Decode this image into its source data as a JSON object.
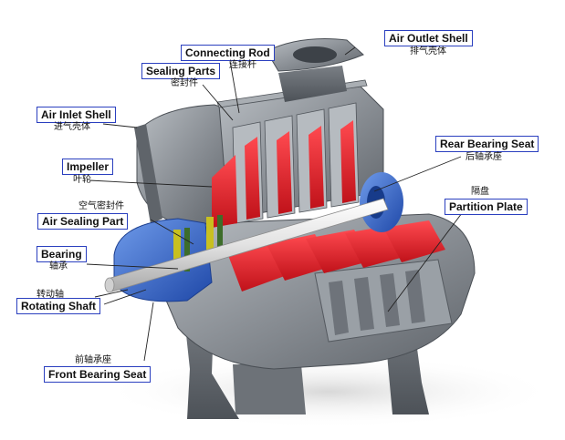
{
  "labels": {
    "connecting_rod": {
      "en": "Connecting Rod",
      "cn": "连接杆"
    },
    "air_outlet_shell": {
      "en": "Air Outlet Shell",
      "cn": "排气壳体"
    },
    "sealing_parts": {
      "en": "Sealing Parts",
      "cn": "密封件"
    },
    "air_inlet_shell": {
      "en": "Air Inlet Shell",
      "cn": "进气壳体"
    },
    "rear_bearing_seat": {
      "en": "Rear Bearing Seat",
      "cn": "后轴承座"
    },
    "impeller": {
      "en": "Impeller",
      "cn": "叶轮"
    },
    "partition_plate": {
      "en": "Partition Plate",
      "cn": "隔盘"
    },
    "air_sealing_part": {
      "en": "Air Sealing Part",
      "cn": "空气密封件"
    },
    "bearing": {
      "en": "Bearing",
      "cn": "轴承"
    },
    "rotating_shaft": {
      "en": "Rotating Shaft",
      "cn": "转动轴"
    },
    "front_bearing_seat": {
      "en": "Front Bearing Seat",
      "cn": "前轴承座"
    }
  },
  "colors": {
    "label_border": "#2a3fbf",
    "casing": "#8c9196",
    "impeller": "#e8202a",
    "bearing_seat": "#3a6fd0",
    "shaft": "#eeeeee"
  }
}
